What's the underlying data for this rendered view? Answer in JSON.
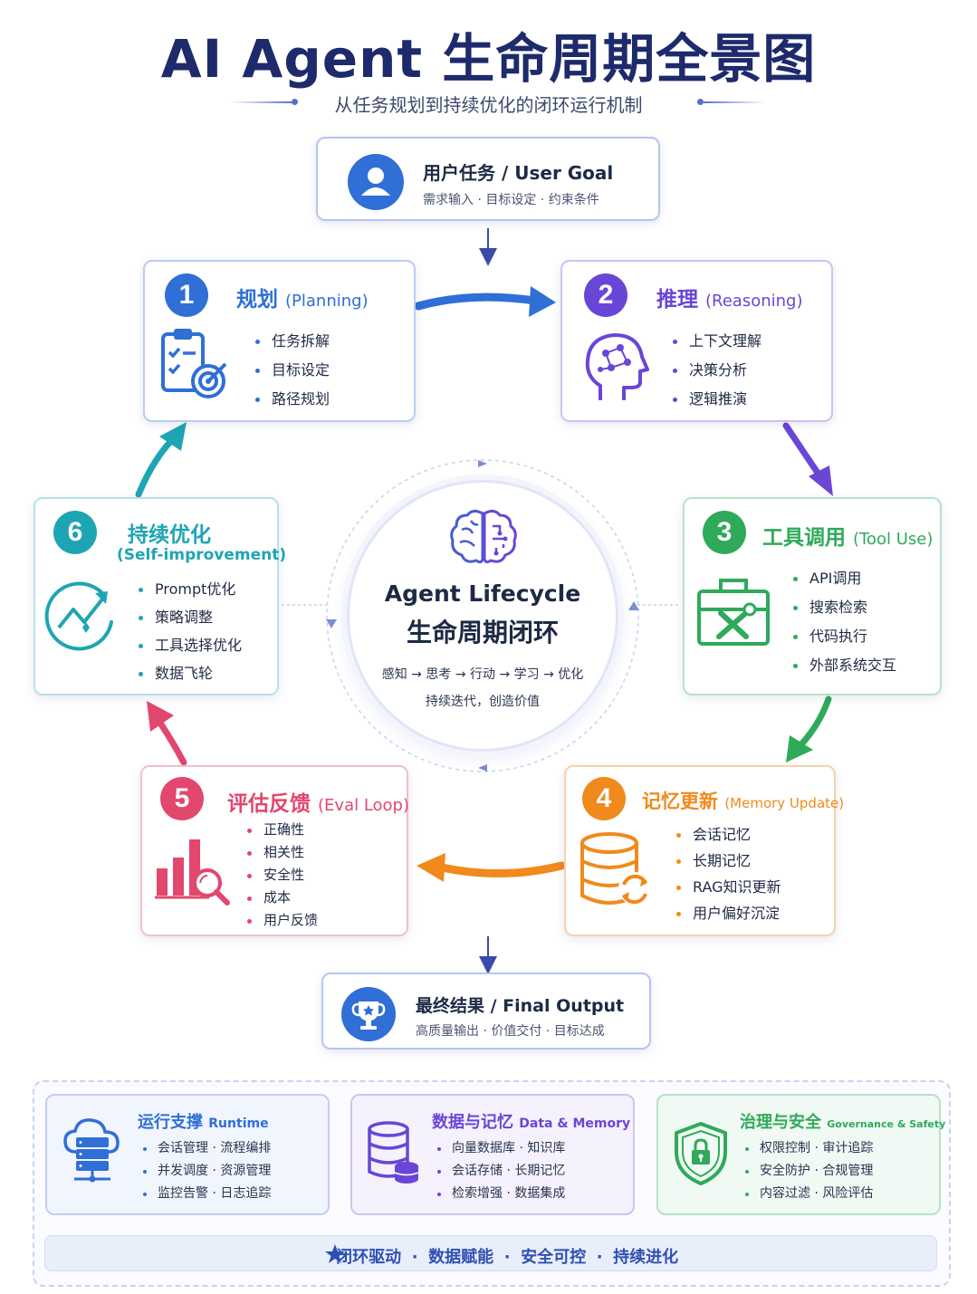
{
  "header": {
    "title": "AI Agent 生命周期全景图",
    "subtitle": "从任务规划到持续优化的闭环运行机制"
  },
  "user_goal": {
    "title": "用户任务 / User Goal",
    "sub": "需求输入 · 目标设定 · 约束条件",
    "icon": "user-icon"
  },
  "stages": [
    {
      "num": "1",
      "title": "规划",
      "en": "(Planning)",
      "color": "#2f6fd6",
      "icon": "clipboard-target-icon",
      "items": [
        "任务拆解",
        "目标设定",
        "路径规划"
      ]
    },
    {
      "num": "2",
      "title": "推理",
      "en": "(Reasoning)",
      "color": "#6a46d6",
      "icon": "brain-head-icon",
      "items": [
        "上下文理解",
        "决策分析",
        "逻辑推演"
      ]
    },
    {
      "num": "3",
      "title": "工具调用",
      "en": "(Tool Use)",
      "color": "#2faa5a",
      "icon": "toolbox-icon",
      "items": [
        "API调用",
        "搜索检索",
        "代码执行",
        "外部系统交互"
      ]
    },
    {
      "num": "4",
      "title": "记忆更新",
      "en": "(Memory Update)",
      "color": "#f08a1c",
      "icon": "database-sync-icon",
      "items": [
        "会话记忆",
        "长期记忆",
        "RAG知识更新",
        "用户偏好沉淀"
      ]
    },
    {
      "num": "5",
      "title": "评估反馈",
      "en": "(Eval Loop)",
      "color": "#e2476e",
      "icon": "chart-magnifier-icon",
      "items": [
        "正确性",
        "相关性",
        "安全性",
        "成本",
        "用户反馈"
      ]
    },
    {
      "num": "6",
      "title": "持续优化",
      "en": "(Self-improvement)",
      "color": "#1ea5b4",
      "icon": "growth-trend-icon",
      "items": [
        "Prompt优化",
        "策略调整",
        "工具选择优化",
        "数据飞轮"
      ]
    }
  ],
  "center": {
    "title": "Agent Lifecycle",
    "title_cn": "生命周期闭环",
    "flow": "感知 → 思考 → 行动 → 学习 → 优化",
    "tag": "持续迭代，创造价值",
    "icon": "brain-icon"
  },
  "final_output": {
    "title": "最终结果 / Final Output",
    "sub": "高质量输出 · 价值交付 · 目标达成",
    "icon": "trophy-icon"
  },
  "support": [
    {
      "title": "运行支撑",
      "en": "Runtime",
      "color": "#2f6fd6",
      "icon": "cloud-server-icon",
      "items": [
        "会话管理 · 流程编排",
        "并发调度 · 资源管理",
        "监控告警 · 日志追踪"
      ]
    },
    {
      "title": "数据与记忆",
      "en": "Data & Memory",
      "color": "#6a46d6",
      "icon": "database-stack-icon",
      "items": [
        "向量数据库 · 知识库",
        "会话存储 · 长期记忆",
        "检索增强 · 数据集成"
      ]
    },
    {
      "title": "治理与安全",
      "en": "Governance & Safety",
      "color": "#2faa5a",
      "icon": "shield-lock-icon",
      "items": [
        "权限控制 · 审计追踪",
        "安全防护 · 合规管理",
        "内容过滤 · 风险评估"
      ]
    }
  ],
  "motto": {
    "items": [
      "闭环驱动",
      "数据赋能",
      "安全可控",
      "持续进化"
    ],
    "separator": "·",
    "icon": "star-icon"
  }
}
